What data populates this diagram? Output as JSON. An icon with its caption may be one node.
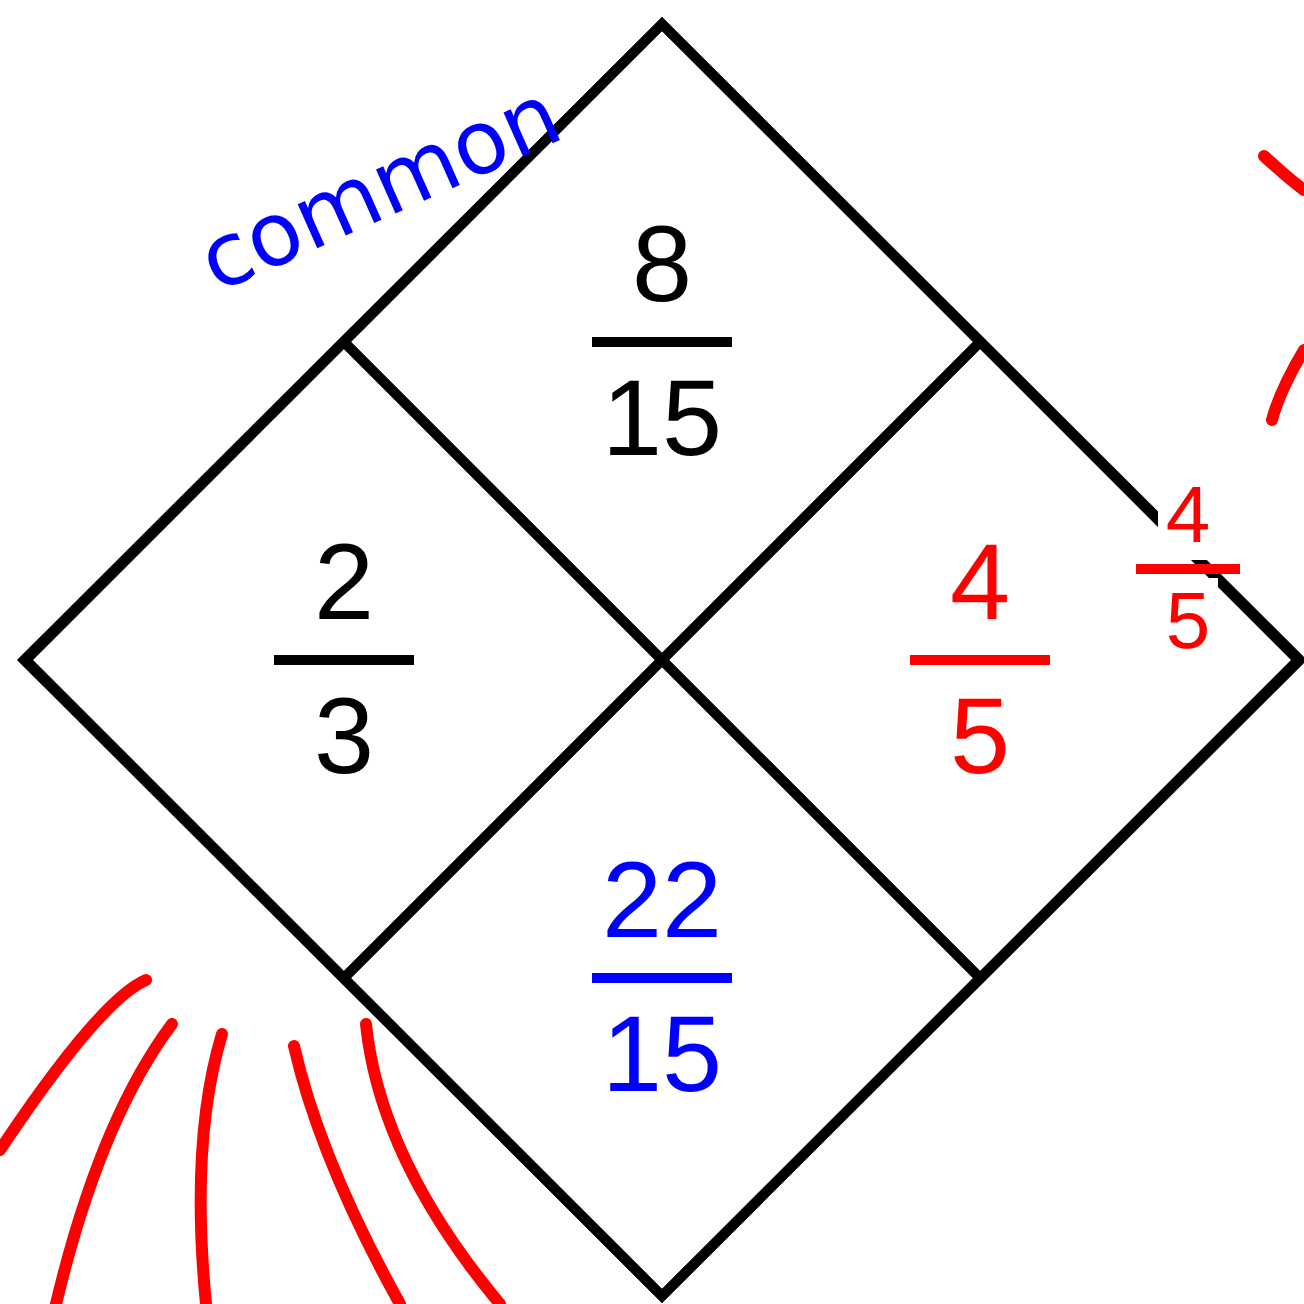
{
  "diagram": {
    "nodes": [
      {
        "text": [],
        "shape": "diamond"
      },
      {
        "text": [
          "8",
          "15"
        ],
        "in": 0
      },
      {
        "text": [
          "2",
          "3"
        ],
        "in": 0
      },
      {
        "text": [
          "4",
          "5"
        ],
        "in": 0
      },
      {
        "text": [
          "22",
          "15"
        ],
        "in": 0
      }
    ],
    "labels": [
      "common",
      "4",
      "5"
    ]
  }
}
